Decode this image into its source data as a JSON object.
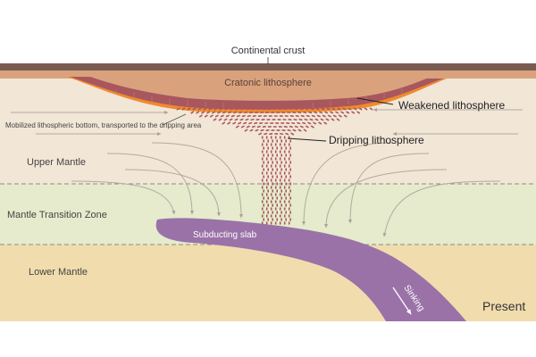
{
  "labels": {
    "continental_crust": "Continental crust",
    "cratonic_lithosphere": "Cratonic lithosphere",
    "weakened_lithosphere": "Weakened lithosphere",
    "mobilized_bottom": "Mobilized lithospheric bottom, transported to the dripping area",
    "dripping_lithosphere": "Dripping lithosphere",
    "upper_mantle": "Upper Mantle",
    "transition_zone": "Mantle Transition Zone",
    "lower_mantle": "Lower Mantle",
    "subducting_slab": "Subducting slab",
    "sinking": "Sinking",
    "present": "Present"
  },
  "colors": {
    "upper_mantle": "#f2e6d6",
    "transition_zone": "#e5ebcc",
    "lower_mantle": "#f1dcae",
    "crust": "#7a5b52",
    "lithosphere": "#d9a27d",
    "weakened_lithosphere": "#a8575e",
    "orange_edge": "#ef8a2e",
    "slab": "#9a72a8",
    "flow_arrow": "#b3aaa2"
  }
}
